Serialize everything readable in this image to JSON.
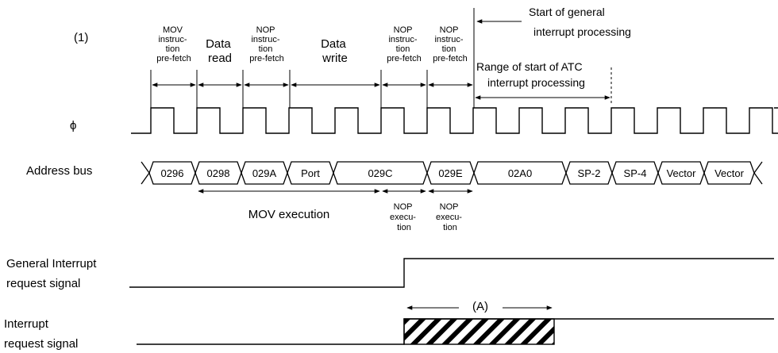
{
  "figure_label": "(1)",
  "phases": [
    {
      "id": "mov-prefetch",
      "lines": [
        "MOV",
        "instruc-",
        "tion",
        "pre-fetch"
      ]
    },
    {
      "id": "data-read",
      "lines": [
        "Data",
        "read"
      ]
    },
    {
      "id": "nop-prefetch-1",
      "lines": [
        "NOP",
        "instruc-",
        "tion",
        "pre-fetch"
      ]
    },
    {
      "id": "data-write",
      "lines": [
        "Data",
        "write"
      ]
    },
    {
      "id": "nop-prefetch-2",
      "lines": [
        "NOP",
        "instruc-",
        "tion",
        "pre-fetch"
      ]
    },
    {
      "id": "nop-prefetch-3",
      "lines": [
        "NOP",
        "instruc-",
        "tion",
        "pre-fetch"
      ]
    }
  ],
  "general_start_label": [
    "Start of general",
    "interrupt processing"
  ],
  "atc_range_label": [
    "Range of start of ATC",
    "interrupt processing"
  ],
  "signals": {
    "clock": "ϕ",
    "address_bus": "Address bus",
    "general_irq": [
      "General Interrupt",
      "request signal"
    ],
    "irq": [
      "Interrupt",
      "request signal"
    ]
  },
  "bus_values": [
    "0296",
    "0298",
    "029A",
    "Port",
    "029C",
    "029E",
    "02A0",
    "SP-2",
    "SP-4",
    "Vector",
    "Vector"
  ],
  "execution": {
    "mov": "MOV execution",
    "nop1": [
      "NOP",
      "execu-",
      "tion"
    ],
    "nop2": [
      "NOP",
      "execu-",
      "tion"
    ]
  },
  "range_label": "(A)"
}
